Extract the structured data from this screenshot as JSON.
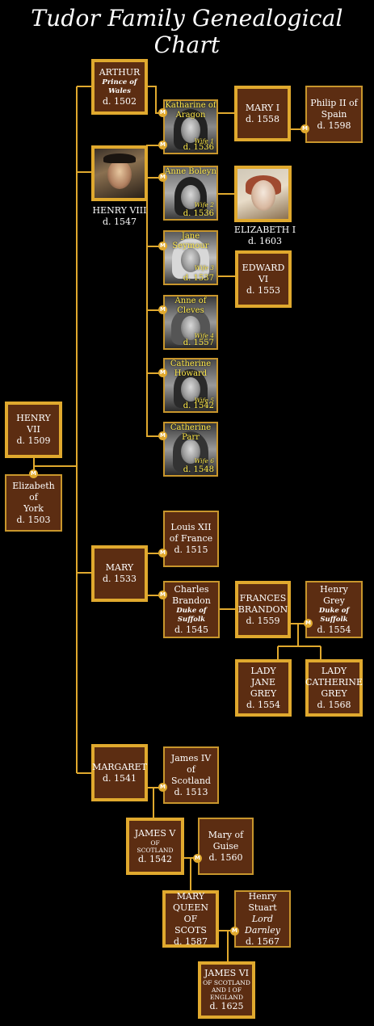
{
  "title": "Tudor Family Genealogical Chart",
  "marriage_marker": "M",
  "colors": {
    "line": "#e0a92e",
    "box_fill": "#5c2d12",
    "portrait_text": "#ffe94a"
  },
  "people": {
    "henry7": {
      "name": "HENRY VII",
      "died": "d. 1509"
    },
    "elizabeth_york": {
      "name1": "Elizabeth of",
      "name2": "York",
      "died": "d. 1503"
    },
    "arthur": {
      "name": "ARTHUR",
      "title": "Prince of Wales",
      "died": "d. 1502"
    },
    "henry8": {
      "name": "HENRY VIII",
      "died": "d. 1547"
    },
    "katharine": {
      "name1": "Katharine of",
      "name2": "Aragon",
      "wife": "Wife 1",
      "died": "d. 1536"
    },
    "anne_boleyn": {
      "name": "Anne Boleyn",
      "wife": "Wife 2",
      "died": "d. 1536"
    },
    "jane_seymour": {
      "name": "Jane Seymour",
      "wife": "Wife 3",
      "died": "d. 1537"
    },
    "anne_cleves": {
      "name": "Anne of Cleves",
      "wife": "Wife 4",
      "died": "d. 1557"
    },
    "catherine_howard": {
      "name1": "Catherine",
      "name2": "Howard",
      "wife": "Wife 5",
      "died": "d. 1542"
    },
    "catherine_parr": {
      "name": "Catherine Parr",
      "wife": "Wife 6",
      "died": "d. 1548"
    },
    "mary1": {
      "name": "MARY I",
      "died": "d. 1558"
    },
    "philip2": {
      "name1": "Philip II of",
      "name2": "Spain",
      "died": "d. 1598"
    },
    "elizabeth1": {
      "name": "ELIZABETH I",
      "died": "d. 1603"
    },
    "edward6": {
      "name1": "EDWARD",
      "name2": "VI",
      "died": "d. 1553"
    },
    "mary": {
      "name": "MARY",
      "died": "d. 1533"
    },
    "louis12": {
      "name1": "Louis XII",
      "name2": "of France",
      "died": "d. 1515"
    },
    "charles_brandon": {
      "name1": "Charles",
      "name2": "Brandon",
      "title": "Duke of Suffolk",
      "died": "d. 1545"
    },
    "frances": {
      "name1": "FRANCES",
      "name2": "BRANDON",
      "died": "d. 1559"
    },
    "henry_grey": {
      "name1": "Henry",
      "name2": "Grey",
      "title": "Duke of Suffolk",
      "died": "d. 1554"
    },
    "jane_grey": {
      "name1": "LADY",
      "name2": "JANE",
      "name3": "GREY",
      "died": "d. 1554"
    },
    "catherine_grey": {
      "name1": "LADY",
      "name2": "CATHERINE",
      "name3": "GREY",
      "died": "d. 1568"
    },
    "margaret": {
      "name": "MARGARET",
      "died": "d. 1541"
    },
    "james4": {
      "name1": "James IV of",
      "name2": "Scotland",
      "died": "d. 1513"
    },
    "james5": {
      "name1": "JAMES V",
      "name2": "OF",
      "name3": "SCOTLAND",
      "died": "d. 1542"
    },
    "mary_guise": {
      "name1": "Mary of",
      "name2": "Guise",
      "died": "d. 1560"
    },
    "mary_scots": {
      "name1": "MARY",
      "name2": "QUEEN OF",
      "name3": "SCOTS",
      "died": "d. 1587"
    },
    "henry_stuart": {
      "name1": "Henry Stuart",
      "title": "Lord Darnley",
      "died": "d. 1567"
    },
    "james6": {
      "name1": "JAMES VI",
      "name2": "OF SCOTLAND",
      "name3": "AND I OF",
      "name4": "ENGLAND",
      "died": "d. 1625"
    }
  }
}
